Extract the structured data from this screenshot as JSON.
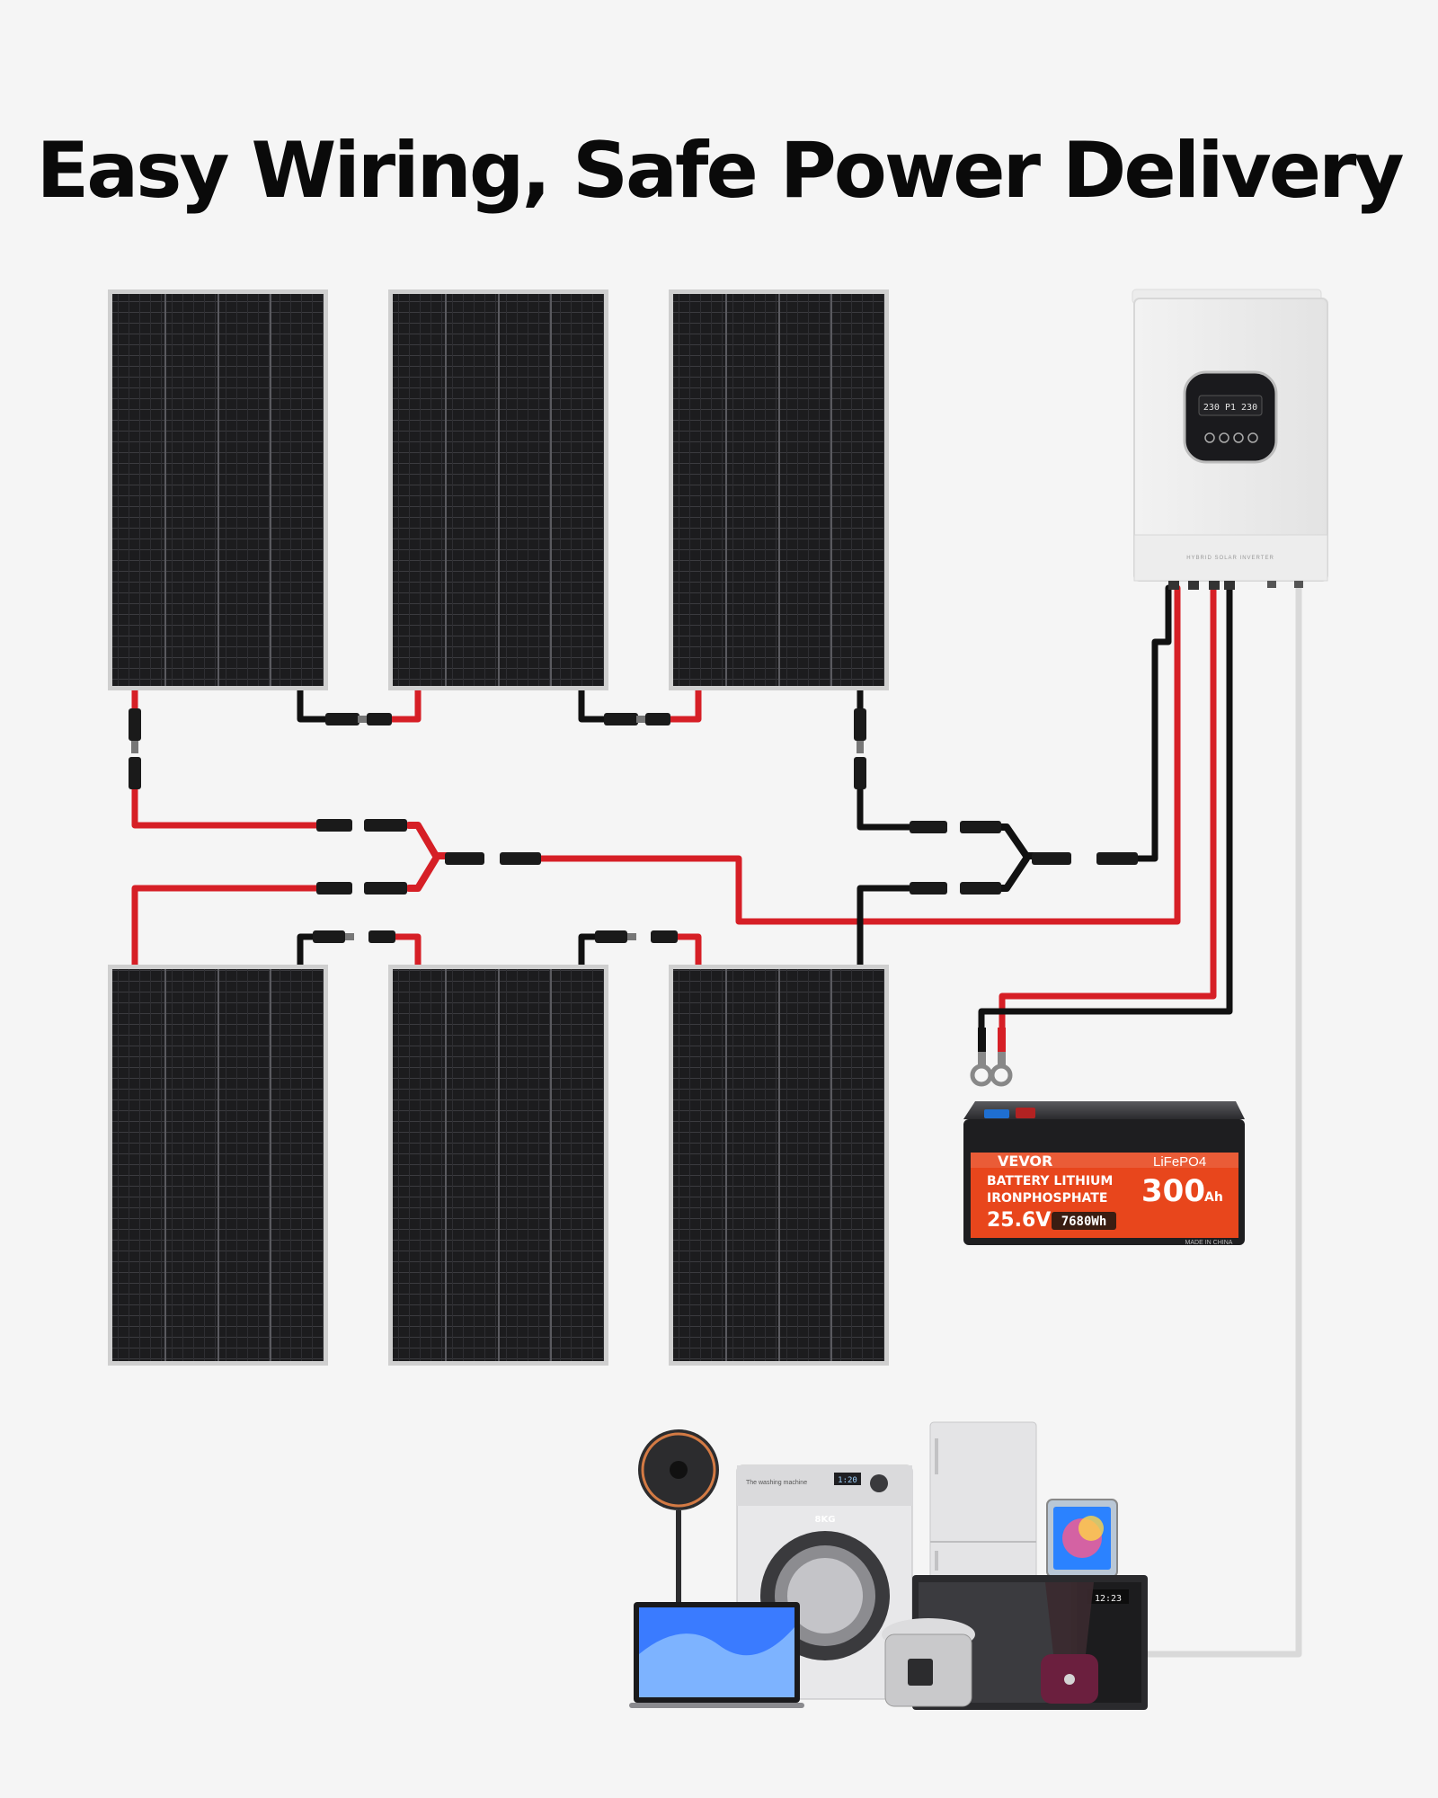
{
  "headline": "Easy Wiring, Safe Power Delivery",
  "inverter": {
    "label": "HYBRID SOLAR INVERTER",
    "screen_readout": "230  P1  230"
  },
  "battery": {
    "brand": "VEVOR",
    "chemistry": "LiFePO4",
    "line1": "BATTERY LITHIUM",
    "line2": "IRONPHOSPHATE",
    "capacity": "300",
    "capacity_unit": "Ah",
    "voltage": "25.6V",
    "energy": "7680Wh",
    "origin": "MADE IN CHINA"
  },
  "appliances": {
    "washer_label": "The washing machine",
    "washer_capacity": "8KG",
    "washer_display": "1:20",
    "microwave_display": "12:23"
  },
  "colors": {
    "background": "#f5f5f5",
    "positive_wire": "#d61f26",
    "negative_wire": "#111111",
    "ac_cable": "#d9d9d9",
    "panel_cell": "#1c1c1e",
    "panel_frame": "#c7c7c7",
    "battery_accent": "#e8461c"
  }
}
